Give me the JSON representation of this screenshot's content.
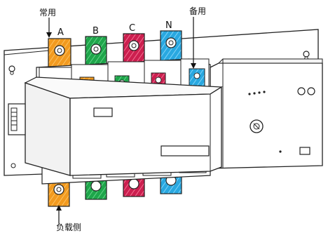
{
  "labels": {
    "common_supply": "常用",
    "backup_supply": "备用",
    "load_side": "负载侧"
  },
  "phases": [
    {
      "name": "A",
      "color": "#f29a1f"
    },
    {
      "name": "B",
      "color": "#1ea64a"
    },
    {
      "name": "C",
      "color": "#cc1f4f"
    },
    {
      "name": "N",
      "color": "#29a8e0"
    }
  ]
}
